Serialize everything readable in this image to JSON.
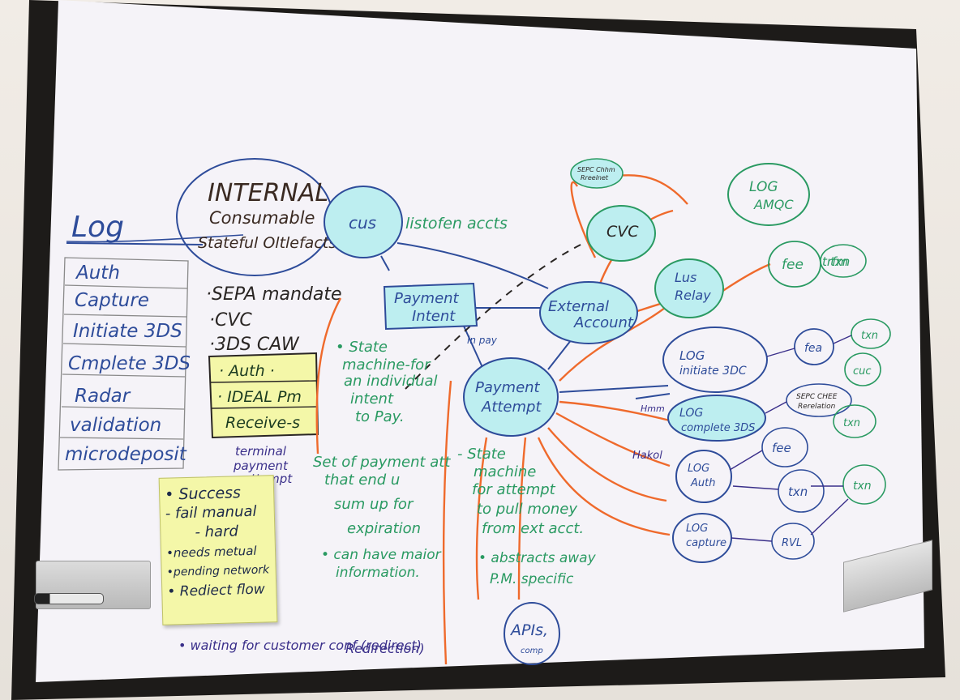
{
  "colors": {
    "frame": "#1d1b19",
    "board": "#f5f3f8",
    "blue_marker": "#2e4c9a",
    "green_marker": "#2a9a62",
    "orange_marker": "#ef6a2c",
    "purple_marker": "#3a2f8a",
    "red_marker": "#d43a4a",
    "black_marker": "#2a2624",
    "node_fill": "#bdeef0",
    "box_fill": "#f4f7a8"
  },
  "log_table": {
    "title": "Log",
    "rows": [
      "Auth",
      "Capture",
      "Initiate 3DS",
      "Cmplete 3DS",
      "Radar",
      "validation",
      "microdeposit"
    ]
  },
  "internal_cloud": {
    "line1": "INTERNAL",
    "line2": "Consumable",
    "line3": "Stateful Oltlefacts"
  },
  "internal_list": {
    "items": [
      "·SEPA mandate",
      "·CVC",
      "·3DS CAW"
    ]
  },
  "green_box": {
    "items": [
      "· Auth ·",
      "· IDEAL Pm",
      "Receive-s"
    ]
  },
  "sticky_note": {
    "items": [
      "• Success",
      "- fail manual",
      "- hard",
      "•needs metual",
      "•pending network",
      "• Rediect flow"
    ]
  },
  "nodes": {
    "cus": "cus",
    "payment_intent": [
      "Payment",
      "Intent"
    ],
    "external_account": [
      "External",
      "Account"
    ],
    "payment_attempt": [
      "Payment",
      "Attempt"
    ],
    "cvc": "CVC",
    "lus_relay": [
      "Lus",
      "Relay"
    ],
    "log_amqc": [
      "LOG",
      "AMQC"
    ],
    "apis": [
      "APIs,",
      "comp"
    ],
    "log_initiate": [
      "LOG",
      "initiate 3DC"
    ],
    "log_complete": [
      "LOG",
      "complete 3DS"
    ],
    "log_auth": [
      "LOG",
      "Auth"
    ],
    "log_capture": [
      "LOG",
      "capture"
    ],
    "fee_top": "fee",
    "txn_top": "txn",
    "fea": "fea",
    "txn_a": "txn",
    "cuc": "cuc",
    "sepa_small": [
      "SEPC CHEE",
      "Rerelation"
    ],
    "txn_b": "txn",
    "fee_b": "fee",
    "txn_c": "txn",
    "txn_d": "txn",
    "rvl": "RVL",
    "sepa_top": [
      "SEPC Chhm",
      "Rreelnet"
    ]
  },
  "annotations": {
    "cus_note": "listofen accts",
    "intent_arrow": "in pay",
    "state_machine_intent": [
      "• State",
      "machine-for",
      "an individual",
      "intent",
      "to Pay."
    ],
    "set_of_payment": [
      "Set of payment att",
      "that end u",
      "sum up for",
      "expiration"
    ],
    "can_have": [
      "• can have maior",
      "information."
    ],
    "state_machine_attempt": [
      "- State",
      "machine",
      "for attempt",
      "to pull money",
      "from ext acct."
    ],
    "abstracts": [
      "• abstracts away",
      "P.M. specific"
    ],
    "waiting": "• waiting for customer conf (redirect)",
    "redirect": "Redirection)",
    "terminal": [
      "terminal",
      "payment",
      "attempt"
    ],
    "hmm": "Hmm",
    "hakol": "Hakol",
    "trans": "trfm"
  }
}
